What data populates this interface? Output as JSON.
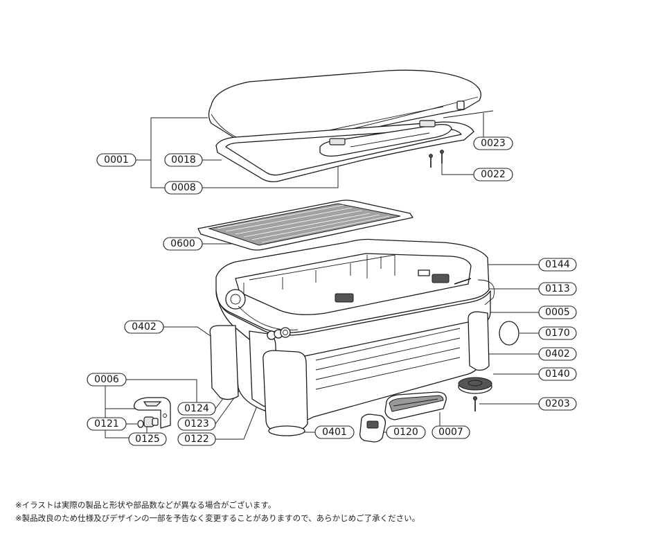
{
  "labels": [
    {
      "id": "0001",
      "text": "0001"
    },
    {
      "id": "0018",
      "text": "0018"
    },
    {
      "id": "0008",
      "text": "0008"
    },
    {
      "id": "0023",
      "text": "0023"
    },
    {
      "id": "0022",
      "text": "0022"
    },
    {
      "id": "0600",
      "text": "0600"
    },
    {
      "id": "0144",
      "text": "0144"
    },
    {
      "id": "0113",
      "text": "0113"
    },
    {
      "id": "0005",
      "text": "0005"
    },
    {
      "id": "0170",
      "text": "0170"
    },
    {
      "id": "0402a",
      "text": "0402"
    },
    {
      "id": "0402b",
      "text": "0402"
    },
    {
      "id": "0140",
      "text": "0140"
    },
    {
      "id": "0203",
      "text": "0203"
    },
    {
      "id": "0006",
      "text": "0006"
    },
    {
      "id": "0124",
      "text": "0124"
    },
    {
      "id": "0121",
      "text": "0121"
    },
    {
      "id": "0123",
      "text": "0123"
    },
    {
      "id": "0125",
      "text": "0125"
    },
    {
      "id": "0122",
      "text": "0122"
    },
    {
      "id": "0401",
      "text": "0401"
    },
    {
      "id": "0120",
      "text": "0120"
    },
    {
      "id": "0007",
      "text": "0007"
    }
  ],
  "notes": [
    "※イラストは実際の製品と形状や部品数などが異なる場合がございます。",
    "※製品改良のため仕様及びデザインの一部を予告なく変更することがありますので、あらかじめご了承ください。"
  ]
}
